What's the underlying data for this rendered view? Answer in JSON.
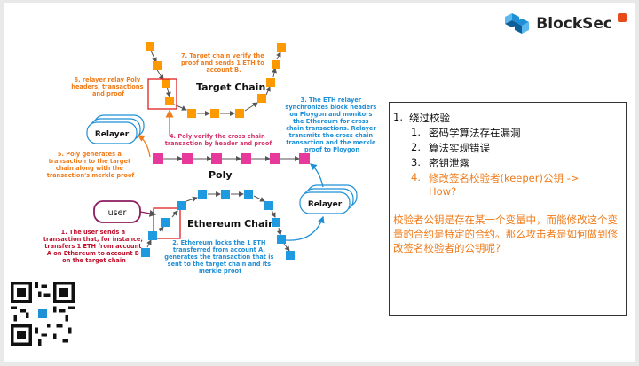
{
  "brand": {
    "name": "BlockSec",
    "accent": "#1f8fd6"
  },
  "diagram": {
    "target_chain_title": "Target Chain",
    "poly_title": "Poly",
    "ethereum_chain_title": "Ethereum Chain",
    "relayer_left": "Relayer",
    "relayer_right": "Relayer",
    "user": "user",
    "step1": [
      "1. The user sends a",
      "transaction that, for instance,",
      "transfers 1 ETH from account",
      "A on Ethereum to account B",
      "on the target chain"
    ],
    "step2": [
      "2. Ethereum locks the 1 ETH",
      "transferred from account A,",
      "generates the transaction that is",
      "sent to the target chain and its",
      "merkle proof"
    ],
    "step3": [
      "3. The ETH relayer",
      "synchronizes block headers",
      "on Ploygon and monitors",
      "the Ethereum for cross",
      "chain transactions. Relayer",
      "transmits the cross chain",
      "transaction and the merkle",
      "proof to Ploygon"
    ],
    "step4": [
      "4. Poly verify the cross chain",
      "transaction by header and proof"
    ],
    "step5": [
      "5. Poly generates a",
      "transaction to the target",
      "chain along with the",
      "transaction's merkle proof"
    ],
    "step6": [
      "6. relayer relay Poly",
      "headers, transactions",
      "and proof"
    ],
    "step7": [
      "7. Target chain verify the",
      "proof and sends 1 ETH to",
      "account B."
    ],
    "colors": {
      "orange_block": "#ff9900",
      "pink_block": "#e6399b",
      "blue_block": "#1f9ae0",
      "step_blue": "#1f8fd6",
      "step_orange": "#f07c1b",
      "step_red": "#c0112d",
      "step_pink": "#d6336c"
    }
  },
  "panel": {
    "item1_num": "1.",
    "item1": "绕过校验",
    "sub1_num": "1.",
    "sub1": "密码学算法存在漏洞",
    "sub2_num": "2.",
    "sub2": "算法实现错误",
    "sub3_num": "3.",
    "sub3": "密钥泄露",
    "sub4_num": "4.",
    "sub4_line1": "修改签名校验者(keeper)公钥 ->",
    "sub4_line2": "How?",
    "paragraph": "校验者公钥是存在某一个变量中，而能修改这个变量的合约是特定的合约。那么攻击者是如何做到修改签名校验者的公钥呢?"
  }
}
